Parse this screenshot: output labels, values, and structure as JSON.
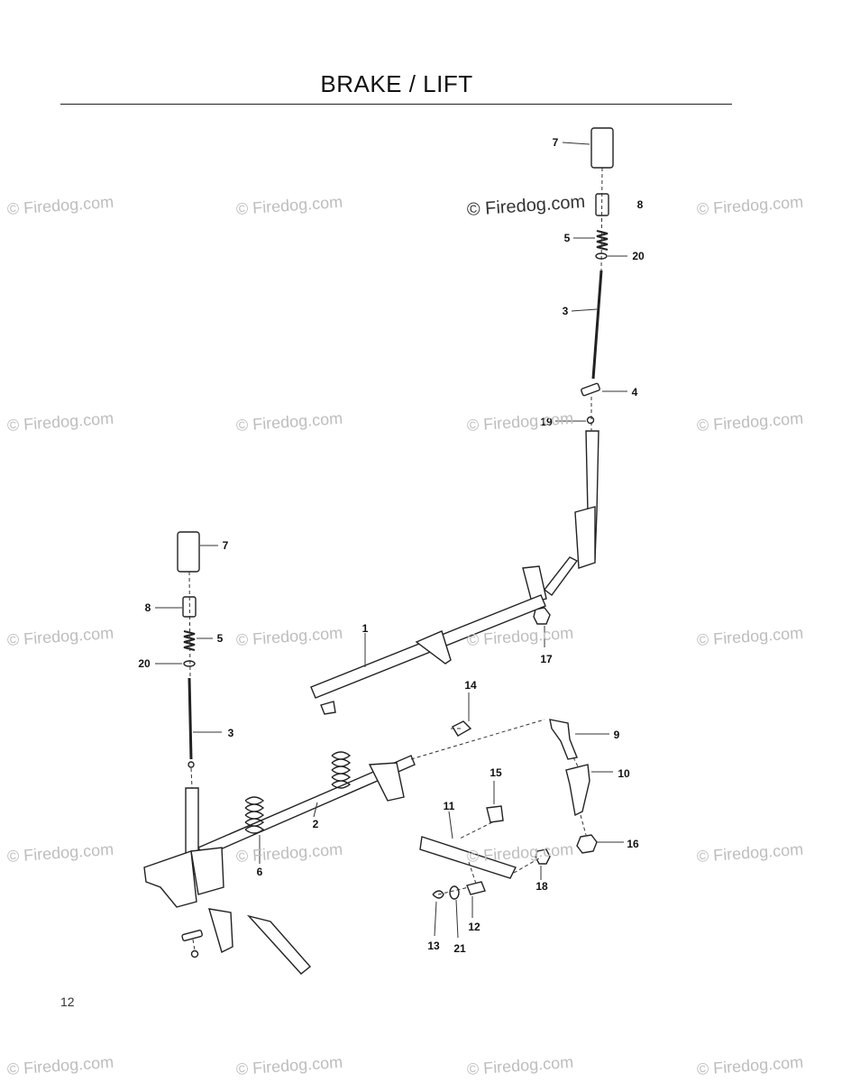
{
  "header": {
    "title": "BRAKE / LIFT"
  },
  "footer": {
    "page_number": "12"
  },
  "watermark": {
    "text": "© Firedog.com"
  },
  "callouts": [
    {
      "id": "c7a",
      "text": "7"
    },
    {
      "id": "c8a",
      "text": "8"
    },
    {
      "id": "c5a",
      "text": "5"
    },
    {
      "id": "c20a",
      "text": "20"
    },
    {
      "id": "c3a",
      "text": "3"
    },
    {
      "id": "c4",
      "text": "4"
    },
    {
      "id": "c19",
      "text": "19"
    },
    {
      "id": "c7b",
      "text": "7"
    },
    {
      "id": "c8b",
      "text": "8"
    },
    {
      "id": "c5b",
      "text": "5"
    },
    {
      "id": "c20b",
      "text": "20"
    },
    {
      "id": "c3b",
      "text": "3"
    },
    {
      "id": "c1",
      "text": "1"
    },
    {
      "id": "c17",
      "text": "17"
    },
    {
      "id": "c14",
      "text": "14"
    },
    {
      "id": "c9",
      "text": "9"
    },
    {
      "id": "c10",
      "text": "10"
    },
    {
      "id": "c15",
      "text": "15"
    },
    {
      "id": "c11",
      "text": "11"
    },
    {
      "id": "c2",
      "text": "2"
    },
    {
      "id": "c6",
      "text": "6"
    },
    {
      "id": "c16",
      "text": "16"
    },
    {
      "id": "c18",
      "text": "18"
    },
    {
      "id": "c12",
      "text": "12"
    },
    {
      "id": "c13",
      "text": "13"
    },
    {
      "id": "c21",
      "text": "21"
    }
  ]
}
